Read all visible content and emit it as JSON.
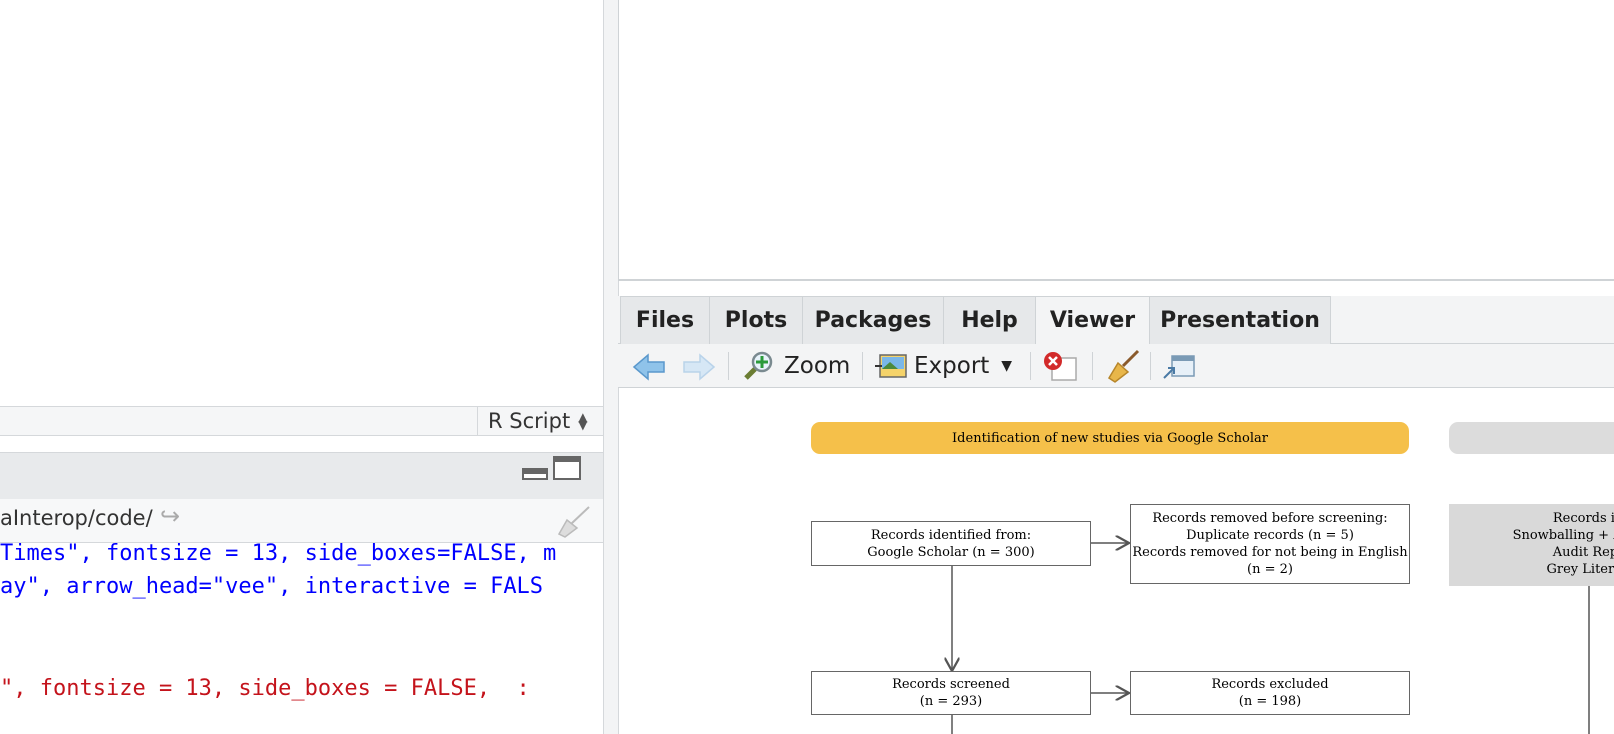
{
  "editor": {
    "file_type": "R Script"
  },
  "console": {
    "path": "aInterop/code/",
    "lines": [
      "Times\", fontsize = 13, side_boxes=FALSE, m",
      "ay\", arrow_head=\"vee\", interactive = FALS",
      "\", fontsize = 13, side_boxes = FALSE,  :"
    ]
  },
  "pane_tabs": [
    "Files",
    "Plots",
    "Packages",
    "Help",
    "Viewer",
    "Presentation"
  ],
  "active_tab": "Viewer",
  "toolbar": {
    "zoom_label": "Zoom",
    "export_label": "Export"
  },
  "prisma": {
    "banner_main": "Identification of new studies via Google Scholar",
    "identified": [
      "Records identified from:",
      "Google Scholar (n = 300)"
    ],
    "removed": [
      "Records removed before screening:",
      "Duplicate records (n = 5)",
      "Records removed for not being in English",
      "(n = 2)"
    ],
    "screened": [
      "Records screened",
      "(n = 293)"
    ],
    "excluded": [
      "Records excluded",
      "(n = 198)"
    ],
    "other_identified": [
      "Records identifie",
      "Snowballing + Adhoc + ",
      "Audit Reports (",
      "Grey Literature"
    ]
  },
  "colors": {
    "banner_main": "#f5c04a",
    "banner_other": "#dcdcdc",
    "code_blue": "#0000ff",
    "code_red": "#c4131b"
  }
}
